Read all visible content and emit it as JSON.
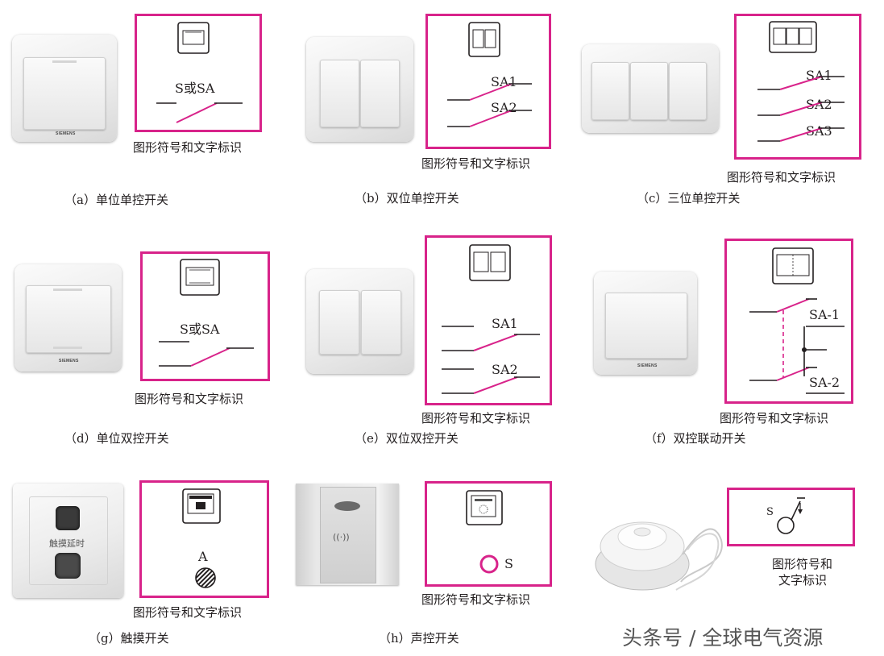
{
  "symbol_caption": "图形符号和文字标识",
  "brand": "SIEMENS",
  "watermark": "头条号 / 全球电气资源",
  "switches": [
    {
      "id": "a",
      "label": "（a）单位单控开关",
      "symbol_text": [
        "S或SA"
      ]
    },
    {
      "id": "b",
      "label": "（b）双位单控开关",
      "symbol_text": [
        "SA1",
        "SA2"
      ]
    },
    {
      "id": "c",
      "label": "（c）三位单控开关",
      "symbol_text": [
        "SA1",
        "SA2",
        "SA3"
      ]
    },
    {
      "id": "d",
      "label": "（d）单位双控开关",
      "symbol_text": [
        "S或SA"
      ]
    },
    {
      "id": "e",
      "label": "（e）双位双控开关",
      "symbol_text": [
        "SA1",
        "SA2"
      ]
    },
    {
      "id": "f",
      "label": "（f）双控联动开关",
      "symbol_text": [
        "SA-1",
        "SA-2"
      ]
    },
    {
      "id": "g",
      "label": "（g）触摸开关",
      "symbol_text": [
        "A"
      ],
      "plate_text": "触摸延时"
    },
    {
      "id": "h",
      "label": "（h）声控开关",
      "symbol_text": [
        "S"
      ],
      "plate_text": "((·))"
    },
    {
      "id": "i",
      "label": "",
      "symbol_text": [
        "S"
      ],
      "caption_lines": [
        "图形符号和",
        "文字标识"
      ]
    }
  ],
  "colors": {
    "frame": "#d8238a",
    "line": "#231f20",
    "accent": "#d8238a"
  },
  "icons": [
    "switch-plate-icon",
    "pull-cord-switch-icon"
  ]
}
